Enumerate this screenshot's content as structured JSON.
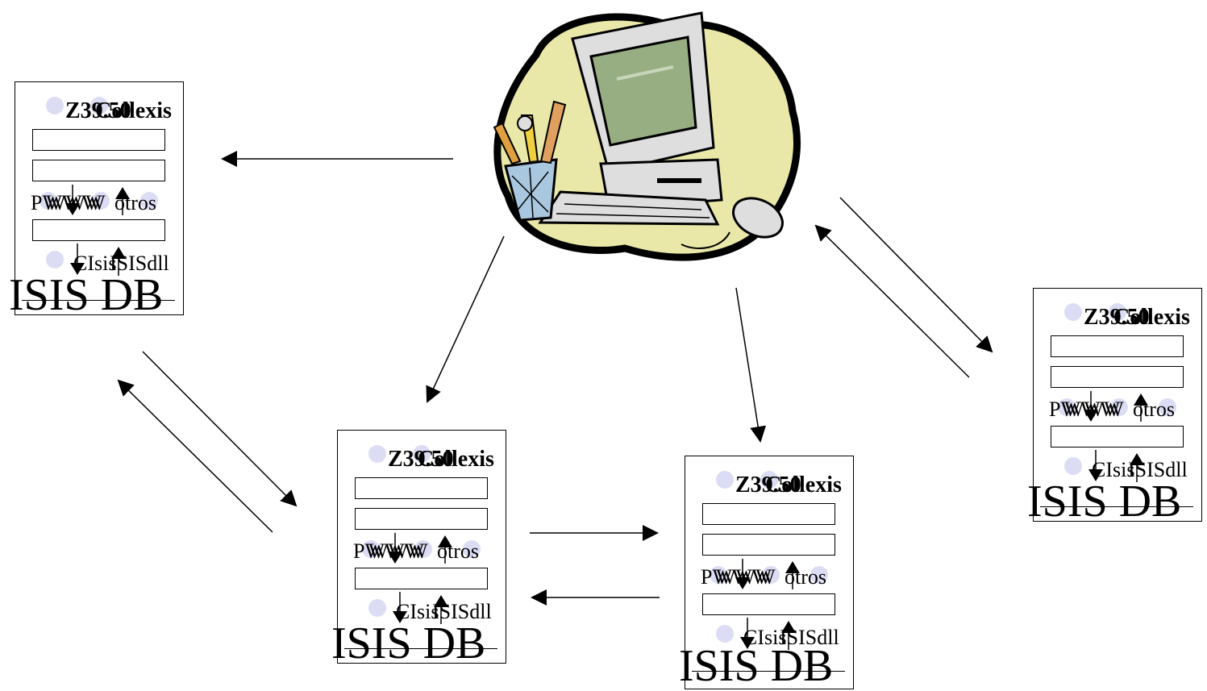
{
  "nodes": [
    {
      "id": "left",
      "z3950": "Z39.50",
      "collexis": "Collexis",
      "pwww": "PWWW",
      "www": "WWW",
      "otros": "otros",
      "cisis": "CIsis",
      "isisdll": "ISISdll",
      "isis_db": "ISIS DB"
    },
    {
      "id": "center-bottom",
      "z3950": "Z39.50",
      "collexis": "Collexis",
      "pwww": "PWWW",
      "www": "WWW",
      "otros": "otros",
      "cisis": "CIsis",
      "isisdll": "ISISdll",
      "isis_db": "ISIS DB"
    },
    {
      "id": "right-bottom",
      "z3950": "Z39.50",
      "collexis": "Collexis",
      "pwww": "PWWW",
      "www": "WWW",
      "otros": "otros",
      "cisis": "CIsis",
      "isisdll": "ISISdll",
      "isis_db": "ISIS DB"
    },
    {
      "id": "far-right",
      "z3950": "Z39.50",
      "collexis": "Collexis",
      "pwww": "PWWW",
      "www": "WWW",
      "otros": "otros",
      "cisis": "CIsis",
      "isisdll": "ISISdll",
      "isis_db": "ISIS DB"
    }
  ],
  "icons": {
    "computer": "computer-clipart-icon",
    "bullet": "bullet-dot-icon",
    "arrow": "arrow-icon"
  },
  "colors": {
    "bullet": "#dcdcf4",
    "cloud": "#e9e8a8",
    "screen": "#97ad82",
    "monitor": "#dedede"
  }
}
